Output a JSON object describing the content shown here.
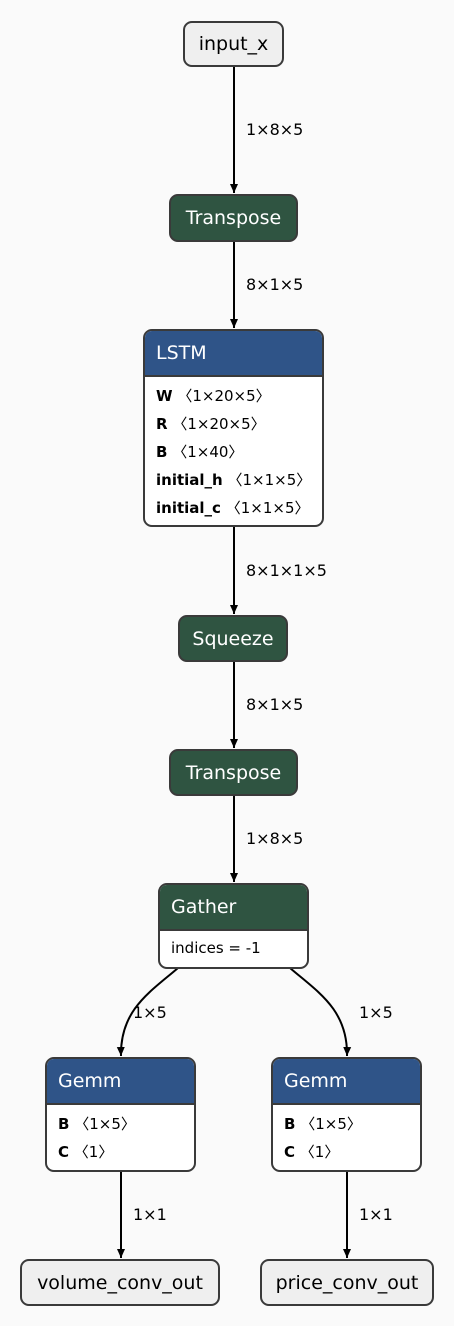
{
  "nodes": {
    "input_x": {
      "label": "input_x"
    },
    "transpose1": {
      "label": "Transpose"
    },
    "lstm": {
      "label": "LSTM",
      "attrs": [
        {
          "name": "W",
          "shape": "〈1×20×5〉"
        },
        {
          "name": "R",
          "shape": "〈1×20×5〉"
        },
        {
          "name": "B",
          "shape": "〈1×40〉"
        },
        {
          "name": "initial_h",
          "shape": "〈1×1×5〉"
        },
        {
          "name": "initial_c",
          "shape": "〈1×1×5〉"
        }
      ]
    },
    "squeeze": {
      "label": "Squeeze"
    },
    "transpose2": {
      "label": "Transpose"
    },
    "gather": {
      "label": "Gather",
      "attr": "indices = -1"
    },
    "gemm_left": {
      "label": "Gemm",
      "attrs": [
        {
          "name": "B",
          "shape": "〈1×5〉"
        },
        {
          "name": "C",
          "shape": "〈1〉"
        }
      ]
    },
    "gemm_right": {
      "label": "Gemm",
      "attrs": [
        {
          "name": "B",
          "shape": "〈1×5〉"
        },
        {
          "name": "C",
          "shape": "〈1〉"
        }
      ]
    },
    "volume_out": {
      "label": "volume_conv_out"
    },
    "price_out": {
      "label": "price_conv_out"
    }
  },
  "edges": {
    "e1": "1×8×5",
    "e2": "8×1×5",
    "e3": "8×1×1×5",
    "e4": "8×1×5",
    "e5": "1×8×5",
    "e6": "1×5",
    "e7": "1×5",
    "e8": "1×1",
    "e9": "1×1"
  },
  "colors": {
    "green_op": "#2f5441",
    "blue_op": "#2f5488",
    "io_fill": "#efefef",
    "border": "#3a3a3a"
  }
}
